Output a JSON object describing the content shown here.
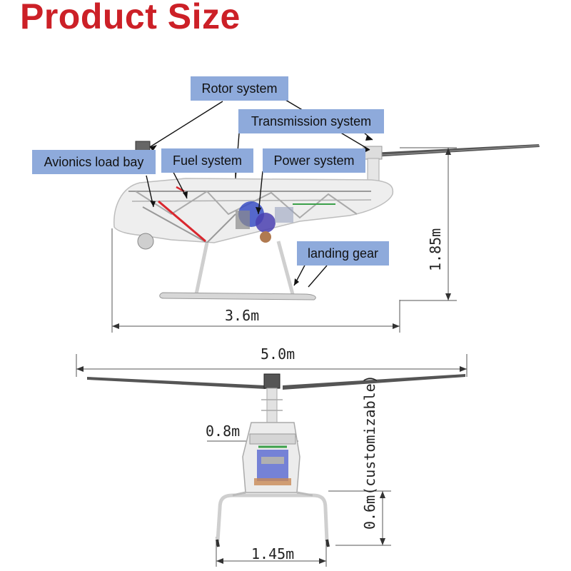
{
  "title": "Product Size",
  "labels": {
    "rotor_system": "Rotor system",
    "transmission_system": "Transmission system",
    "avionics_load_bay": "Avionics load bay",
    "fuel_system": "Fuel system",
    "power_system": "Power system",
    "landing_gear": "landing gear"
  },
  "dimensions": {
    "height": "1.85m",
    "length": "3.6m",
    "rotor_span": "5.0m",
    "body_width": "0.8m",
    "ground_clearance": "0.6m(customizable)",
    "skid_width": "1.45m"
  },
  "colors": {
    "title": "#cc2027",
    "label_bg": "#8eaadb",
    "frame_red": "#d9272e",
    "engine_blue": "#3a4fc4"
  }
}
